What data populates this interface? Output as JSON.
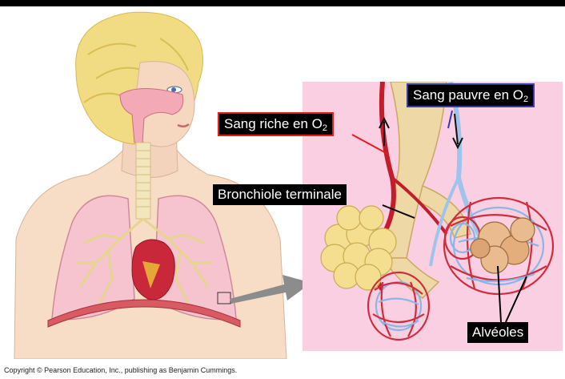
{
  "labels": {
    "rich_text": "Sang riche en O",
    "rich_sub": "2",
    "poor_text": "Sang pauvre en O",
    "poor_sub": "2",
    "bronchiole": "Bronchiole terminale",
    "alveoles": "Alvéoles"
  },
  "copyright": "Copyright © Pearson Education, Inc., publishing as Benjamin Cummings.",
  "colors": {
    "rich_border": "#e31b23",
    "poor_border": "#3a3aa8",
    "inset_background": "#f9cfe1"
  }
}
